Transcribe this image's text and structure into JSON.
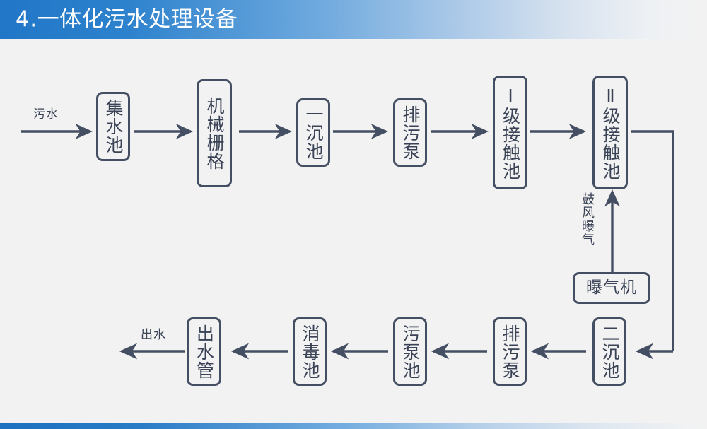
{
  "header": {
    "title": "4.一体化污水处理设备",
    "accent_color": "#2176c7"
  },
  "footer": {
    "accent_color": "#1d70bf"
  },
  "diagram": {
    "line_color": "#454f63",
    "text_color": "#3a4356",
    "background_color": "#f2f2f2",
    "inlet_label": "污水",
    "outlet_label": "出水",
    "aeration_label": "鼓风曝气",
    "nodes": [
      {
        "id": "collection-tank",
        "label": "集水池"
      },
      {
        "id": "mechanical-grating",
        "label": "机械栅格"
      },
      {
        "id": "primary-settling",
        "label": "一沉池"
      },
      {
        "id": "sewage-pump-top",
        "label": "排污泵"
      },
      {
        "id": "contact-tank-1",
        "label": "Ⅰ级接触池"
      },
      {
        "id": "contact-tank-2",
        "label": "Ⅱ级接触池"
      },
      {
        "id": "aerator",
        "label": "曝气机"
      },
      {
        "id": "secondary-settling",
        "label": "二沉池"
      },
      {
        "id": "sewage-pump-bottom",
        "label": "排污泵"
      },
      {
        "id": "sludge-pump-tank",
        "label": "污泵池"
      },
      {
        "id": "disinfection-tank",
        "label": "消毒池"
      },
      {
        "id": "outlet-pipe",
        "label": "出水管"
      }
    ]
  }
}
